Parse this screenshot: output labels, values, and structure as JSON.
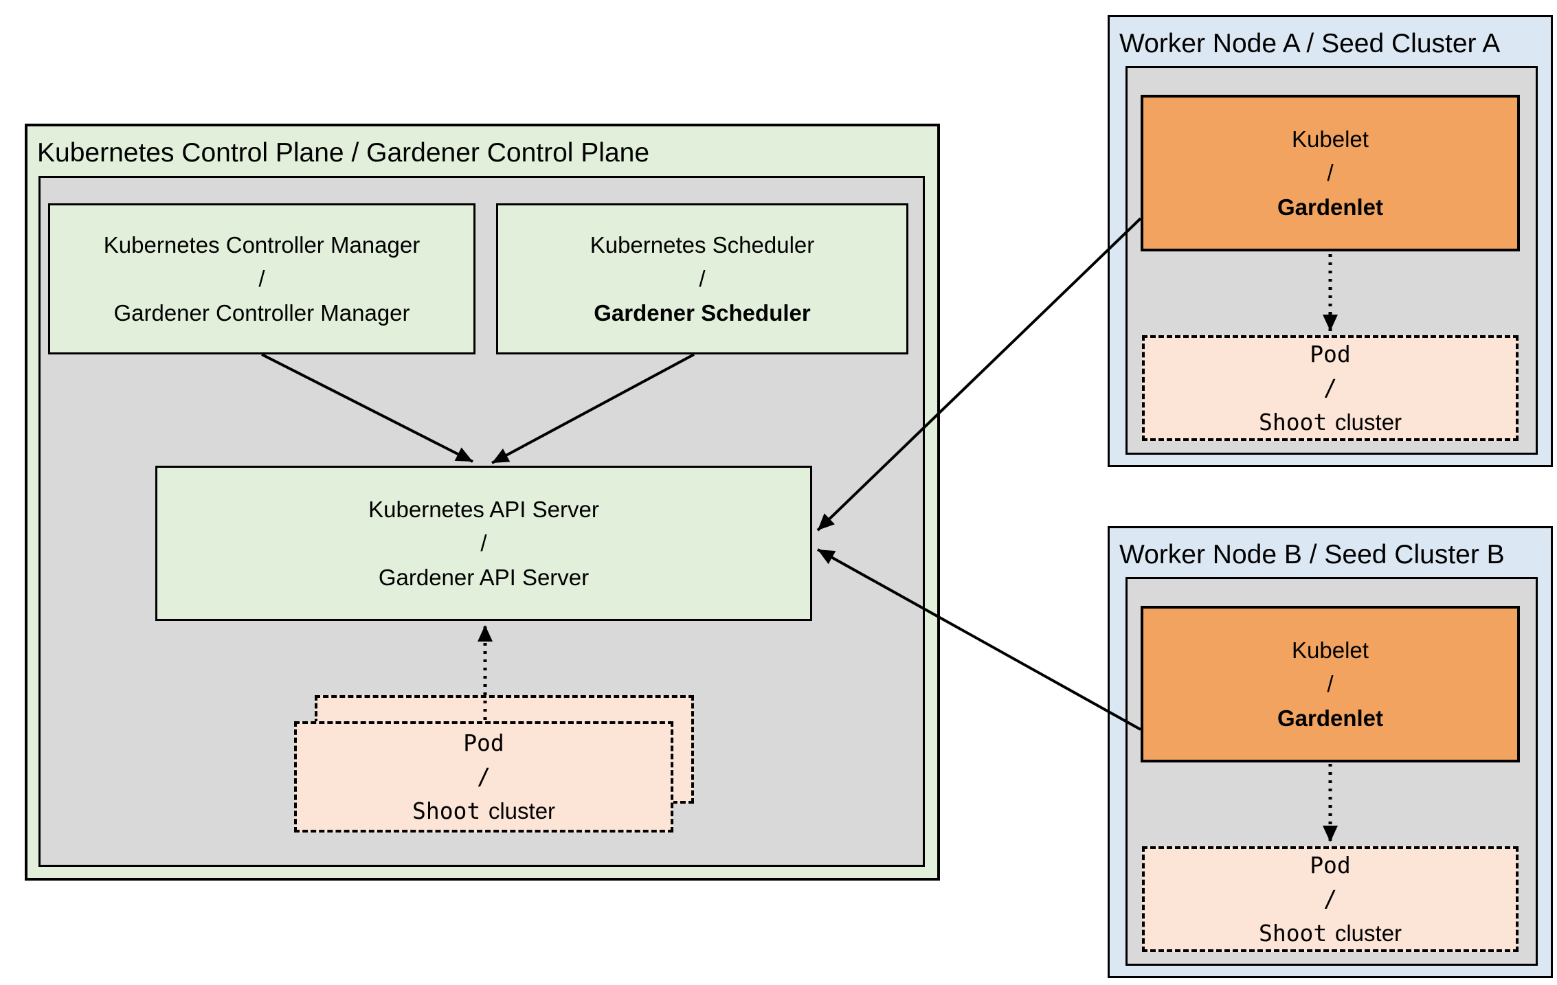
{
  "diagram": {
    "control_plane": {
      "title": "Kubernetes Control Plane / Gardener Control Plane",
      "controller_manager": {
        "line1": "Kubernetes Controller Manager",
        "slash": "/",
        "line2": "Gardener Controller Manager"
      },
      "scheduler": {
        "line1": "Kubernetes Scheduler",
        "slash": "/",
        "line2": "Gardener Scheduler"
      },
      "api_server": {
        "line1": "Kubernetes API Server",
        "slash": "/",
        "line2": "Gardener API Server"
      },
      "pod": {
        "line1": "Pod",
        "slash": "/",
        "line2_mono": "Shoot",
        "line2_sans": "cluster"
      }
    },
    "worker_a": {
      "title": "Worker Node A / Seed Cluster A",
      "kubelet": {
        "line1": "Kubelet",
        "slash": "/",
        "line2": "Gardenlet"
      },
      "pod": {
        "line1": "Pod",
        "slash": "/",
        "line2_mono": "Shoot",
        "line2_sans": "cluster"
      }
    },
    "worker_b": {
      "title": "Worker Node B / Seed Cluster B",
      "kubelet": {
        "line1": "Kubelet",
        "slash": "/",
        "line2": "Gardenlet"
      },
      "pod": {
        "line1": "Pod",
        "slash": "/",
        "line2_mono": "Shoot",
        "line2_sans": "cluster"
      }
    },
    "colors": {
      "green_fill": "#e2efda",
      "gray_fill": "#d9d9d9",
      "blue_fill": "#dbe7f3",
      "orange_fill": "#f2a35f",
      "peach_fill": "#fce4d6",
      "border": "#000000"
    }
  }
}
